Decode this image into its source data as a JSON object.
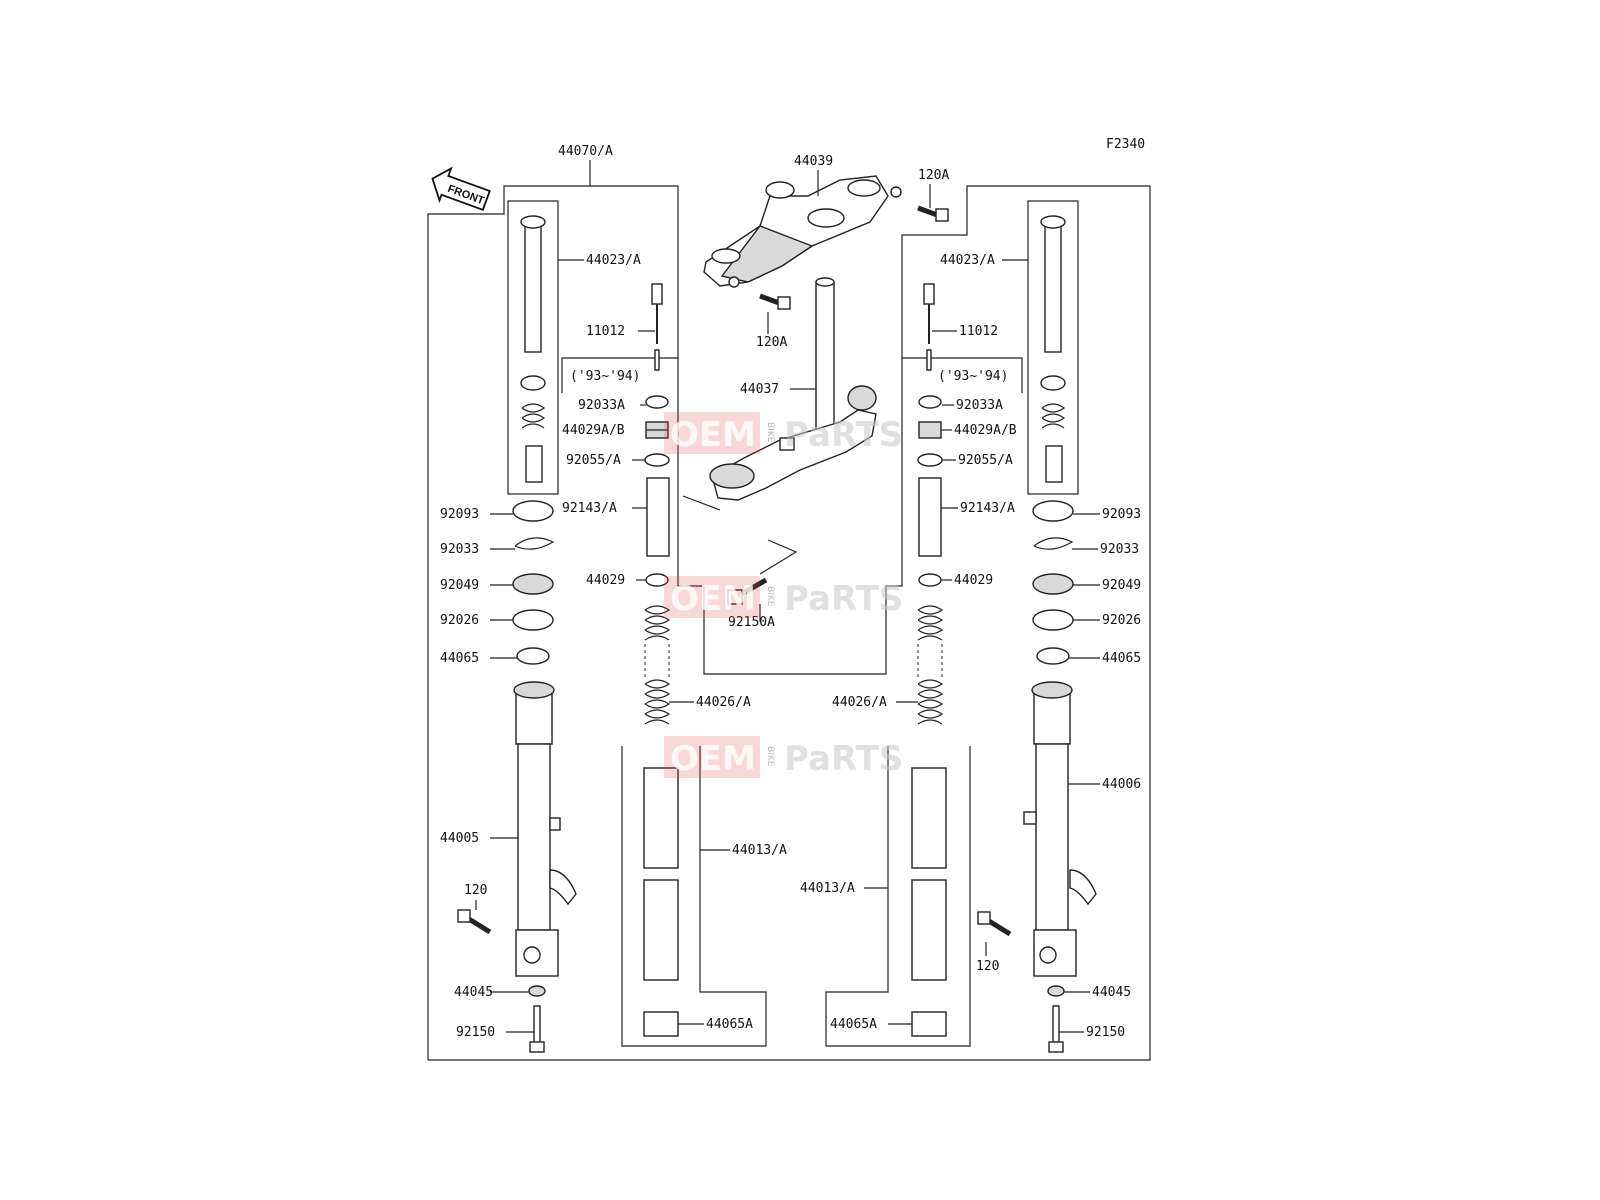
{
  "diagram": {
    "figure_code": "F2340",
    "front_label": "FRONT",
    "labels": {
      "l_44070A": "44070/A",
      "l_44039": "44039",
      "l_120A_top": "120A",
      "l_120A_mid": "120A",
      "l_44023A_left": "44023/A",
      "l_44023A_right": "44023/A",
      "l_11012_left": "11012",
      "l_11012_right": "11012",
      "l_9394_left": "('93~'94)",
      "l_9394_right": "('93~'94)",
      "l_92033A_left": "92033A",
      "l_92033A_right": "92033A",
      "l_44037": "44037",
      "l_44029AB_left": "44029A/B",
      "l_44029AB_right": "44029A/B",
      "l_92055A_left": "92055/A",
      "l_92055A_right": "92055/A",
      "l_92093_left": "92093",
      "l_92093_right": "92093",
      "l_92143A_left": "92143/A",
      "l_92143A_right": "92143/A",
      "l_92033_left": "92033",
      "l_92033_right": "92033",
      "l_44029_left": "44029",
      "l_44029_right": "44029",
      "l_92049_left": "92049",
      "l_92049_right": "92049",
      "l_92150A": "92150A",
      "l_92026_left": "92026",
      "l_92026_right": "92026",
      "l_44065_left": "44065",
      "l_44065_right": "44065",
      "l_44026A_left": "44026/A",
      "l_44026A_right": "44026/A",
      "l_44006": "44006",
      "l_44013A_left": "44013/A",
      "l_44013A_right": "44013/A",
      "l_44005": "44005",
      "l_120_left": "120",
      "l_120_right": "120",
      "l_44045_left": "44045",
      "l_44045_right": "44045",
      "l_92150_left": "92150",
      "l_92150_right": "92150",
      "l_44065A_left": "44065A",
      "l_44065A_right": "44065A"
    },
    "watermark": {
      "oem": "OEM",
      "bike": "BIKE",
      "parts": "PaRTS"
    }
  }
}
